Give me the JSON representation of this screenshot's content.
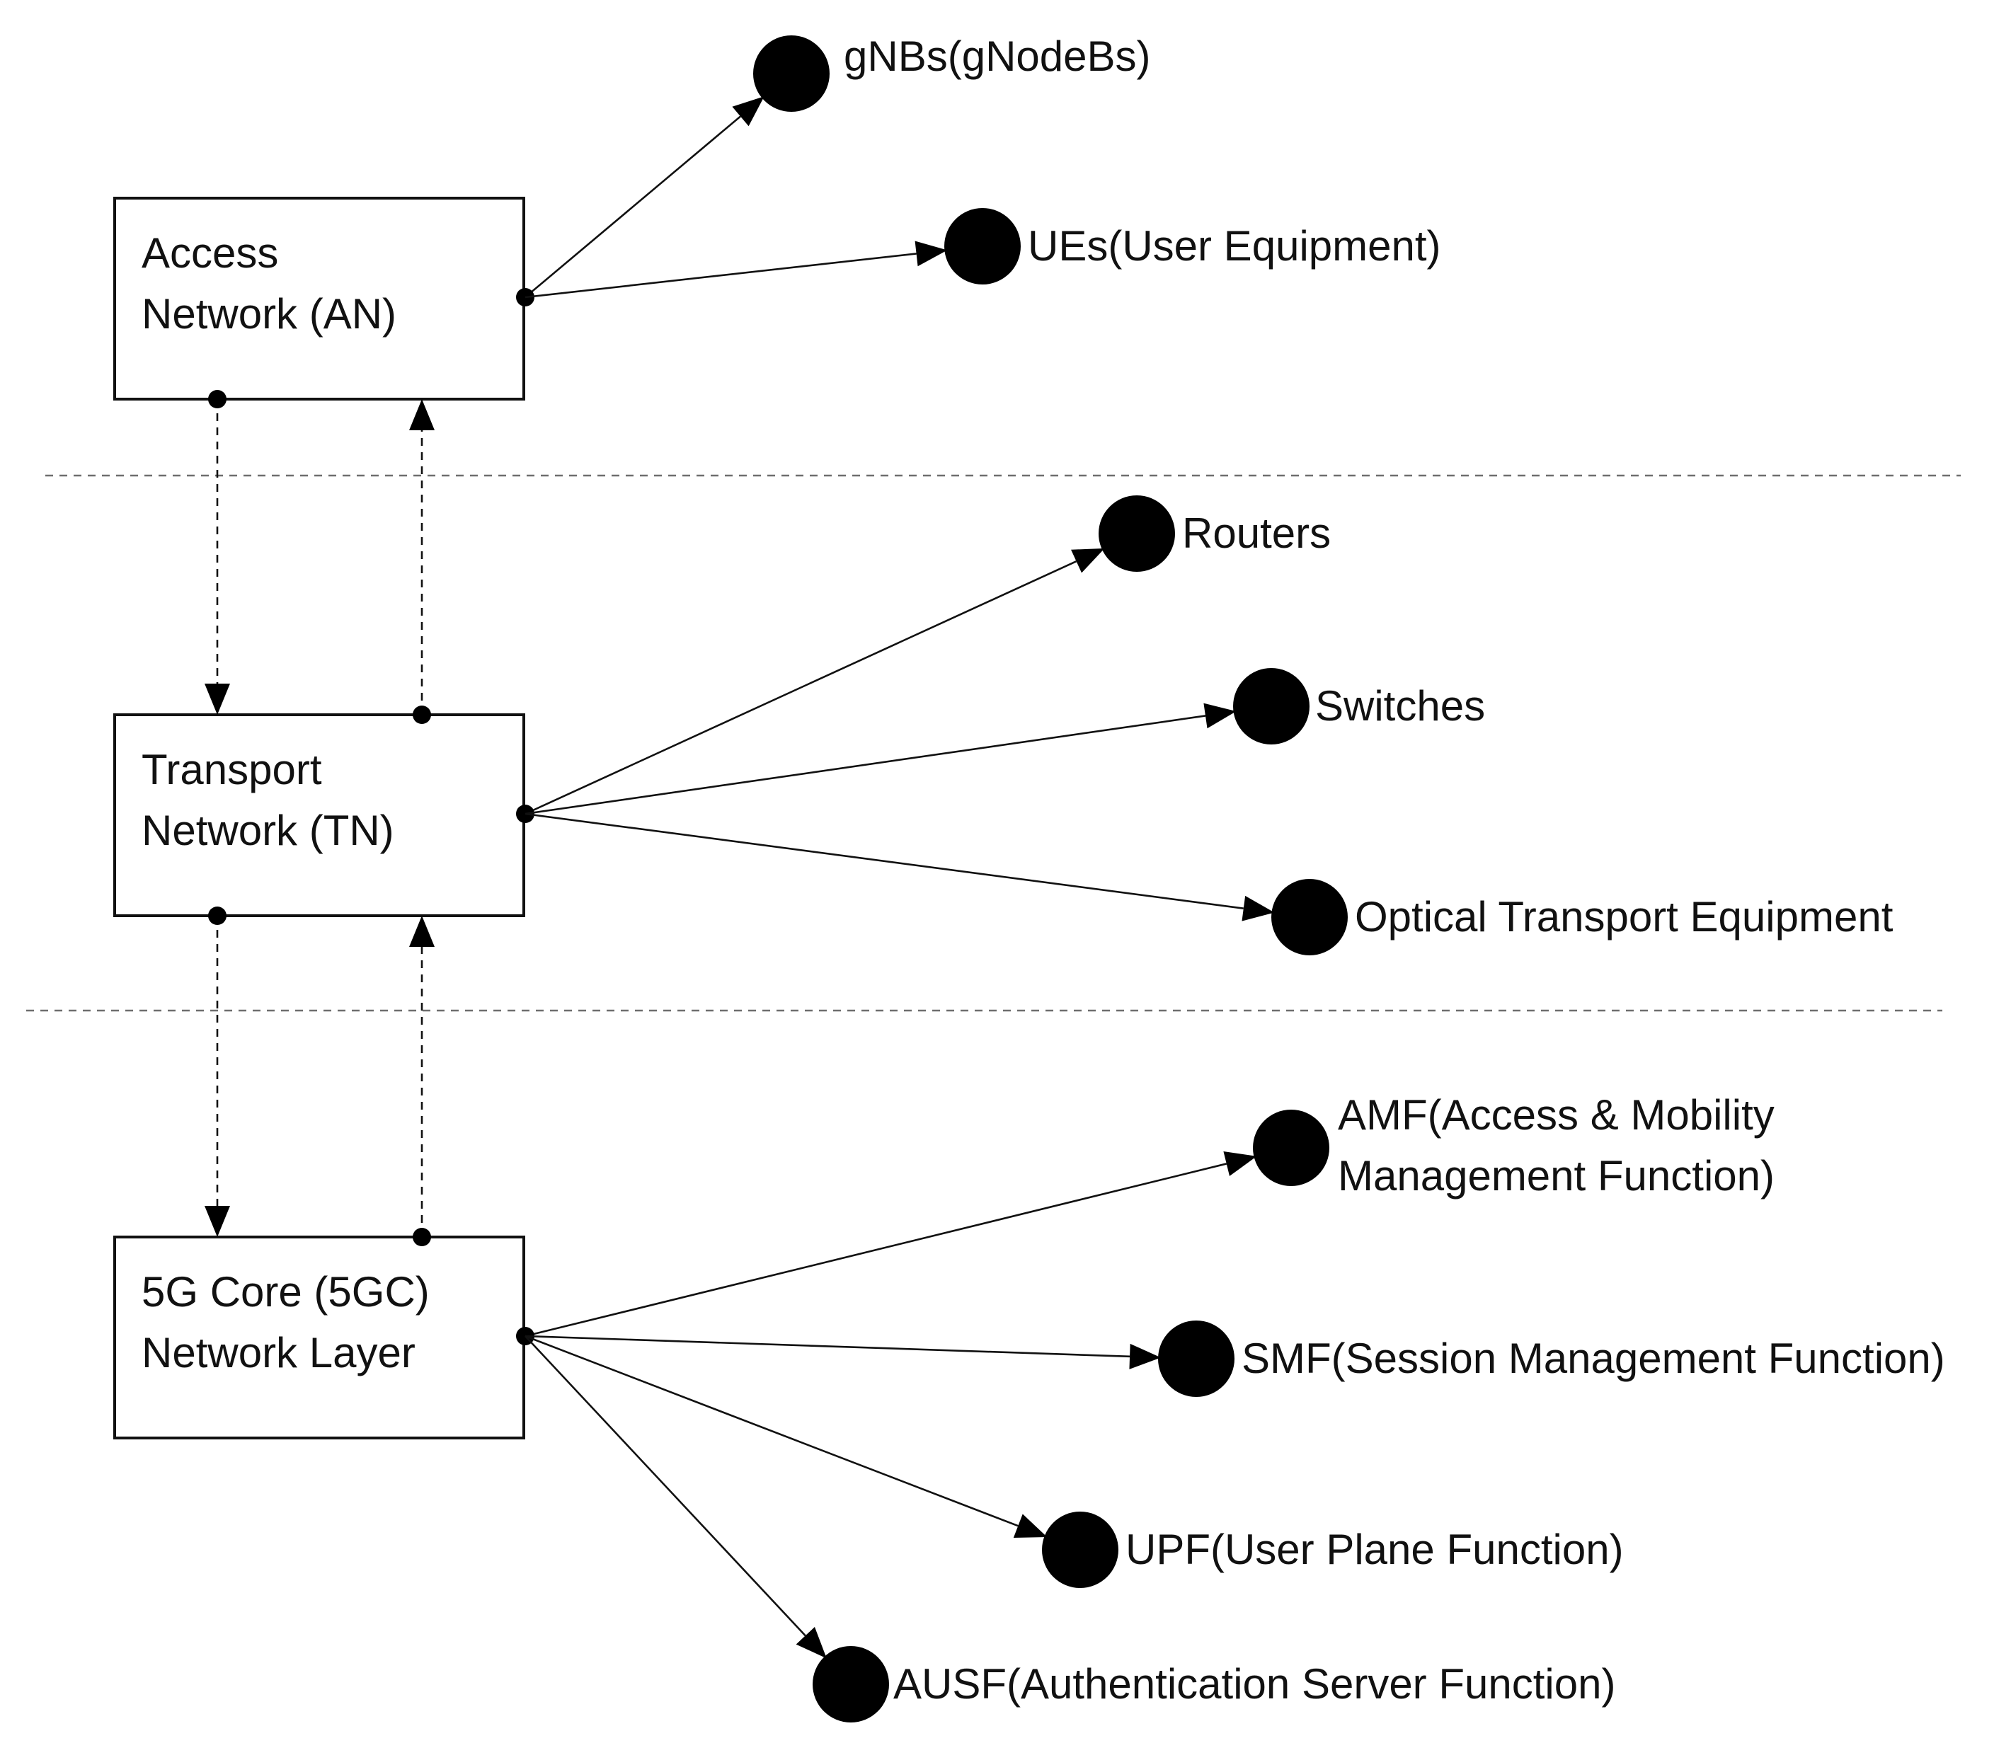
{
  "layers": {
    "access": {
      "line1": "Access",
      "line2": "Network (AN)"
    },
    "transport": {
      "line1": "Transport",
      "line2": "Network (TN)"
    },
    "core": {
      "line1": "5G Core (5GC)",
      "line2": "Network Layer"
    }
  },
  "components": {
    "gnbs": "gNBs(gNodeBs)",
    "ues": "UEs(User Equipment)",
    "routers": "Routers",
    "switches": "Switches",
    "optical": "Optical Transport Equipment",
    "amf_line1": "AMF(Access & Mobility",
    "amf_line2": "Management Function)",
    "smf": "SMF(Session Management Function)",
    "upf": "UPF(User Plane Function)",
    "ausf": "AUSF(Authentication Server Function)"
  }
}
